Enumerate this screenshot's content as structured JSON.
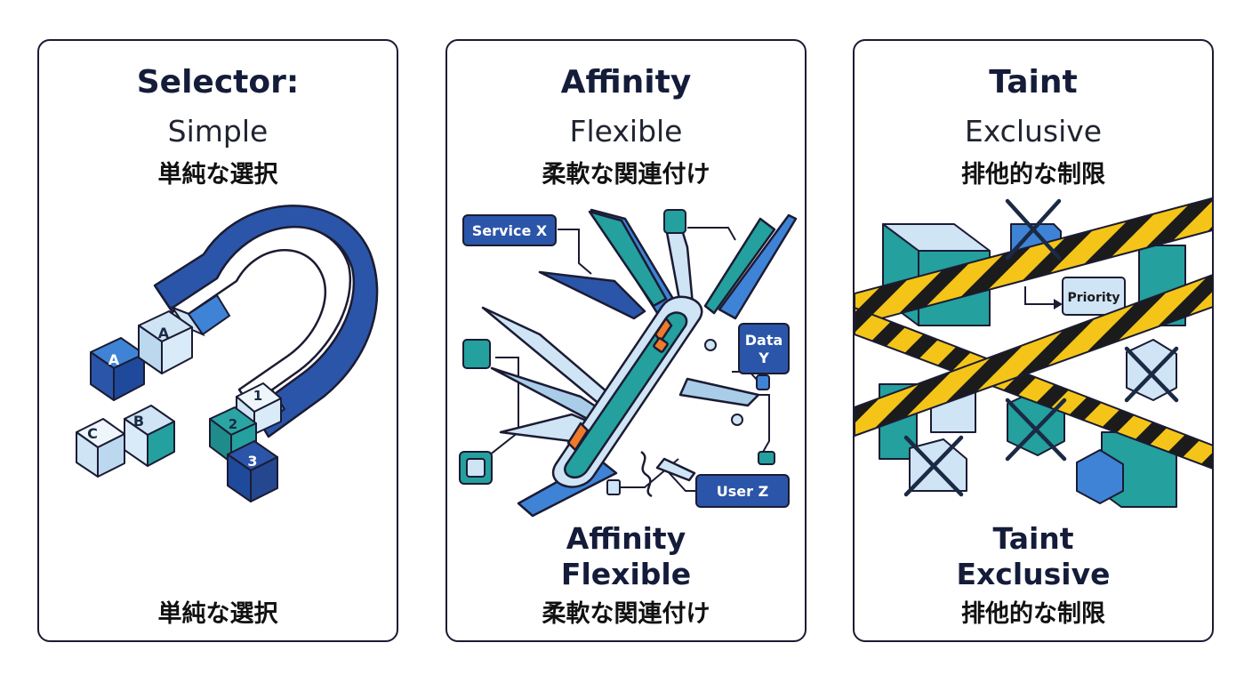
{
  "colors": {
    "border": "#1b1b33",
    "dark_blue": "#2b55a8",
    "mid_blue": "#3f83d6",
    "light_blue": "#cfe4f5",
    "teal": "#24a09e",
    "orange": "#ef7a2a",
    "hazard_yellow": "#f4c518",
    "hazard_black": "#1b1b1b",
    "cross": "#1b2a44"
  },
  "panels": [
    {
      "title": "Selector:",
      "subtitle": "Simple",
      "jp": "単純な選択",
      "bottom_jp": "単純な選択",
      "cube_labels": [
        "A",
        "A",
        "B",
        "C",
        "1",
        "2",
        "3"
      ]
    },
    {
      "title": "Affinity",
      "subtitle": "Flexible",
      "jp": "柔軟な関連付け",
      "bottom_title": "Affinity",
      "bottom_subtitle": "Flexible",
      "bottom_jp": "柔軟な関連付け",
      "tags": {
        "service": "Service X",
        "data_line1": "Data",
        "data_line2": "Y",
        "user": "User Z"
      }
    },
    {
      "title": "Taint",
      "subtitle": "Exclusive",
      "jp": "排他的な制限",
      "bottom_title": "Taint",
      "bottom_subtitle": "Exclusive",
      "bottom_jp": "排他的な制限",
      "priority_label": "Priority"
    }
  ]
}
